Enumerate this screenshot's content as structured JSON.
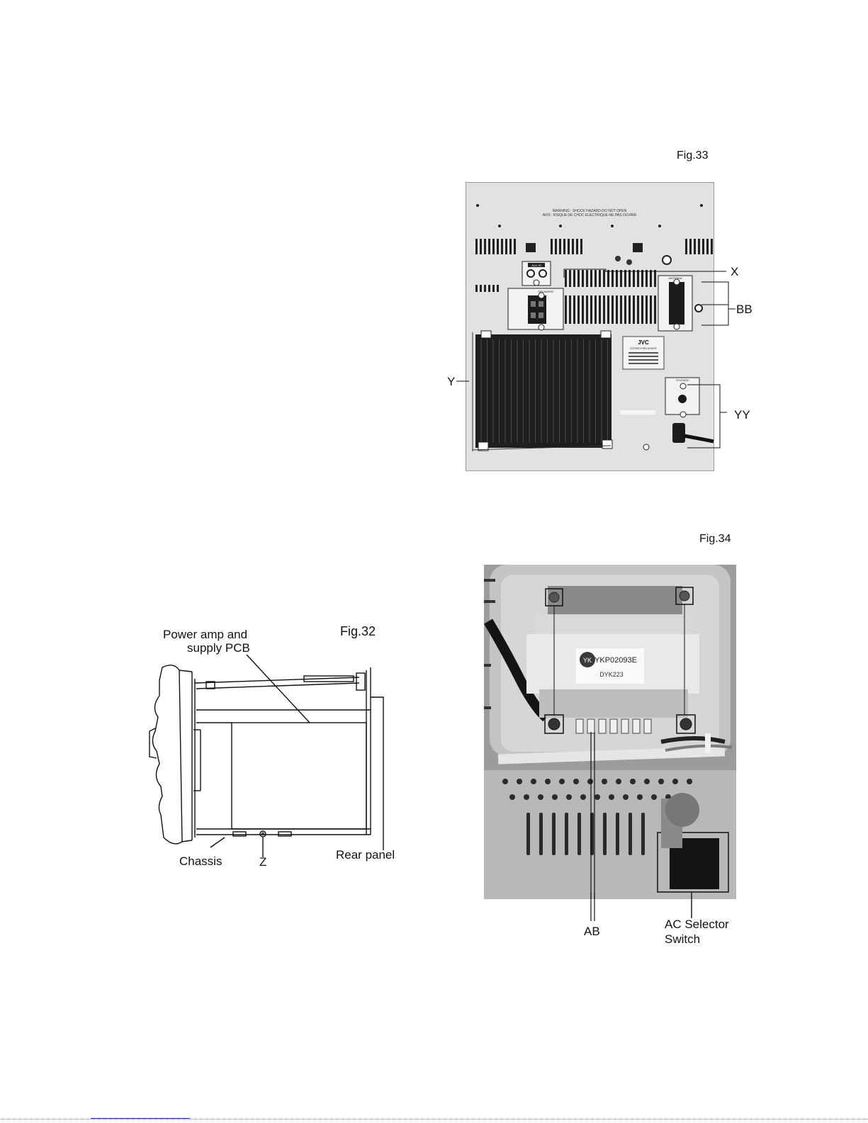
{
  "fig33": {
    "caption": "Fig.33",
    "labels": {
      "x": "X",
      "bb": "BB",
      "y": "Y",
      "yy": "YY"
    },
    "plate": {
      "warning_line1": "WARNING : SHOCK HAZARD-DO NOT OPEN",
      "warning_line2": "AVIS : RISQUE DE CHOC ELECTRIQUE-NE PAS OUVRIR",
      "brand": "JVC",
      "product": "STEREO RECEIVER",
      "aux_label": "AUX IN",
      "antenna_label": "ANTENNA",
      "speaker_label": "SPEAKERS",
      "voltage_label": "VOLTAGE"
    }
  },
  "fig32": {
    "caption": "Fig.32",
    "labels": {
      "power_amp_line1": "Power amp and",
      "power_amp_line2": "supply PCB",
      "chassis": "Chassis",
      "z": "Z",
      "rear_panel": "Rear panel"
    }
  },
  "fig34": {
    "caption": "Fig.34",
    "labels": {
      "ab": "AB",
      "ac_line1": "AC Selector",
      "ac_line2": "Switch"
    },
    "transformer_code1": "YKP02093E",
    "transformer_code2": "DYK223",
    "transformer_logo": "YK"
  },
  "colors": {
    "plate": "#e4e4e4",
    "photo_bg": "#bdbdbd",
    "dark": "#1c1c1c",
    "link": "#1a3cc6"
  }
}
